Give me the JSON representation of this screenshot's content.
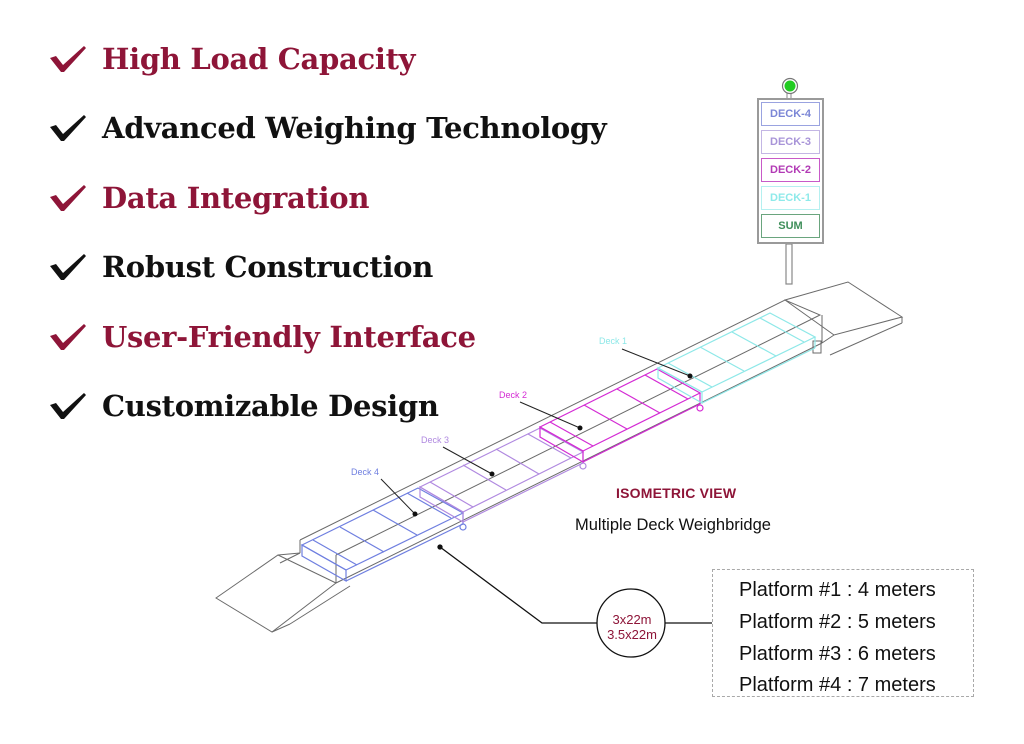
{
  "features": [
    {
      "label": "High Load Capacity",
      "color": "#8e1538",
      "icon": "checkmark-icon"
    },
    {
      "label": "Advanced Weighing Technology",
      "color": "#111111",
      "icon": "checkmark-icon"
    },
    {
      "label": "Data Integration",
      "color": "#8e1538",
      "icon": "checkmark-icon"
    },
    {
      "label": "Robust Construction",
      "color": "#111111",
      "icon": "checkmark-icon"
    },
    {
      "label": "User-Friendly Interface",
      "color": "#8e1538",
      "icon": "checkmark-icon"
    },
    {
      "label": "Customizable Design",
      "color": "#111111",
      "icon": "checkmark-icon"
    }
  ],
  "display_panel": {
    "status_light": {
      "icon": "green-status-light-icon",
      "color": "#22cc22"
    },
    "cells": [
      {
        "label": "DECK-4",
        "color": "#7b86d6"
      },
      {
        "label": "DECK-3",
        "color": "#a894d8"
      },
      {
        "label": "DECK-2",
        "color": "#b23ab5"
      },
      {
        "label": "DECK-1",
        "color": "#8eeaea"
      },
      {
        "label": "SUM",
        "color": "#3f8f5a"
      }
    ]
  },
  "decks": [
    {
      "label": "Deck 1",
      "color": "#8ee8e8"
    },
    {
      "label": "Deck 2",
      "color": "#d42bd4"
    },
    {
      "label": "Deck 3",
      "color": "#b089e0"
    },
    {
      "label": "Deck 4",
      "color": "#6f7fe0"
    }
  ],
  "view": {
    "title": "ISOMETRIC VIEW",
    "subtitle": "Multiple Deck Weighbridge"
  },
  "size_callout": {
    "line1": "3x22m",
    "line2": "3.5x22m"
  },
  "platforms": [
    {
      "label": "Platform #1 : 4 meters"
    },
    {
      "label": "Platform #2 : 5 meters"
    },
    {
      "label": "Platform #3 : 6 meters"
    },
    {
      "label": "Platform #4 : 7 meters"
    }
  ],
  "colors": {
    "accent": "#8e1538",
    "text": "#111111",
    "outline": "#6a6a6a"
  }
}
